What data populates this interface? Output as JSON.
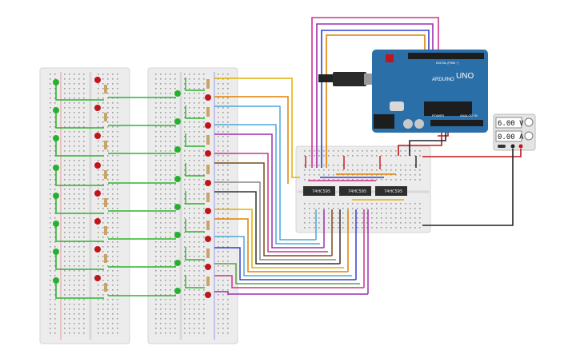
{
  "circuit": {
    "board": {
      "brand": "ARDUINO",
      "model": "UNO",
      "header_power": "POWER",
      "header_analog": "ANALOG IN",
      "header_digital": "DIGITAL (PWM ~)"
    },
    "chips": [
      {
        "label": "74HC595"
      },
      {
        "label": "74HC595"
      },
      {
        "label": "74HC595"
      }
    ],
    "power_supply": {
      "voltage": "6.00 V",
      "current": "0.00 A"
    },
    "colors": {
      "breadboard": "#ececec",
      "arduino": "#2b6fa8",
      "led_red": "#c0151a",
      "led_green": "#26b030",
      "wire_green": "#2bb52b",
      "wire_palette": [
        "#e0b000",
        "#e08000",
        "#48a8d8",
        "#9b2fb0",
        "#7a4a1a",
        "#888888",
        "#d0318c",
        "#3040d0",
        "#5aa040"
      ]
    }
  }
}
